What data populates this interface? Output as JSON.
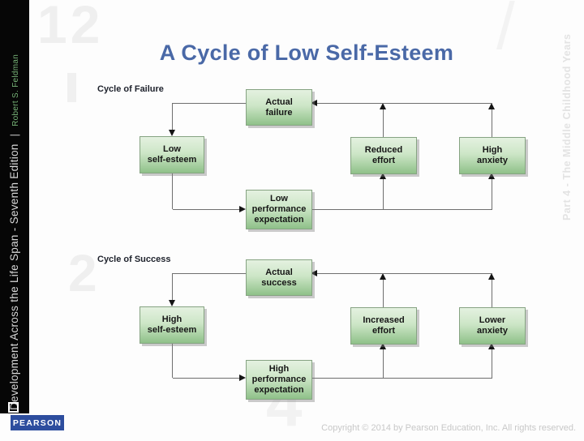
{
  "slide": {
    "title": "A Cycle of Low Self-Esteem",
    "copyright": "Copyright © 2014 by Pearson Education, Inc. All rights reserved."
  },
  "sidebar": {
    "book_title": "Development Across the Life Span - Seventh Edition",
    "divider": "|",
    "author": "Robert S. Feldman",
    "logo_text": "PEARSON"
  },
  "watermarks": {
    "top_left_number": "12",
    "middle_left_number": "2",
    "bottom_number": "4",
    "top_right_mark": "/",
    "part_label": "Part 4 - The Middle Childhood Years"
  },
  "diagram": {
    "cycles": [
      {
        "label": "Cycle of Failure",
        "boxes": [
          {
            "name": "actual-failure",
            "label": "Actual\nfailure"
          },
          {
            "name": "low-self-esteem",
            "label": "Low\nself-esteem"
          },
          {
            "name": "reduced-effort",
            "label": "Reduced\neffort"
          },
          {
            "name": "high-anxiety",
            "label": "High\nanxiety"
          },
          {
            "name": "low-performance-expectation",
            "label": "Low\nperformance\nexpectation"
          }
        ]
      },
      {
        "label": "Cycle of Success",
        "boxes": [
          {
            "name": "actual-success",
            "label": "Actual\nsuccess"
          },
          {
            "name": "high-self-esteem",
            "label": "High\nself-esteem"
          },
          {
            "name": "increased-effort",
            "label": "Increased\neffort"
          },
          {
            "name": "lower-anxiety",
            "label": "Lower\nanxiety"
          },
          {
            "name": "high-performance-expectation",
            "label": "High\nperformance\nexpectation"
          }
        ]
      }
    ]
  },
  "colors": {
    "title_blue": "#4a69a7",
    "box_green_top": "#e4f1e0",
    "box_green_bottom": "#8fc189",
    "box_border": "#86a382",
    "connector_gray": "#6f6f6f",
    "pearson_blue": "#2d4d9e",
    "sidebar_author_green": "#76b276",
    "sidebar_text_gray": "#d8d8d8",
    "copyright_gray": "#c8c8c8"
  }
}
